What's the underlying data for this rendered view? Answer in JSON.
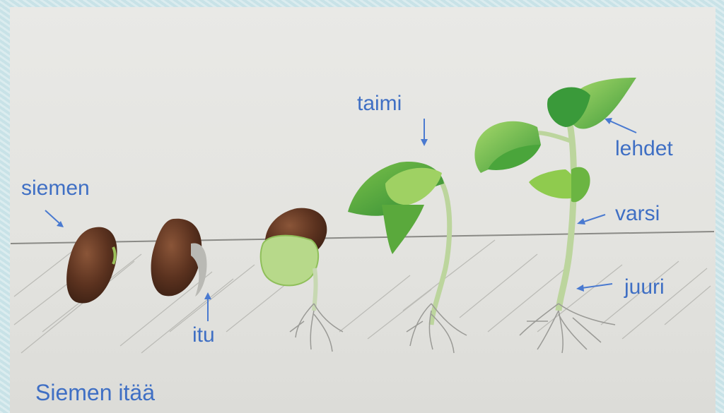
{
  "labels": {
    "seed": "siemen",
    "sprout": "itu",
    "seedling": "taimi",
    "leaves": "lehdet",
    "stem": "varsi",
    "root": "juuri"
  },
  "caption": "Siemen itää",
  "colors": {
    "label": "#3f6fc4",
    "arrow": "#4a7ad0",
    "seed": "#5a3320",
    "leaf": "#6fbf3d",
    "stem": "#b9d49a"
  }
}
